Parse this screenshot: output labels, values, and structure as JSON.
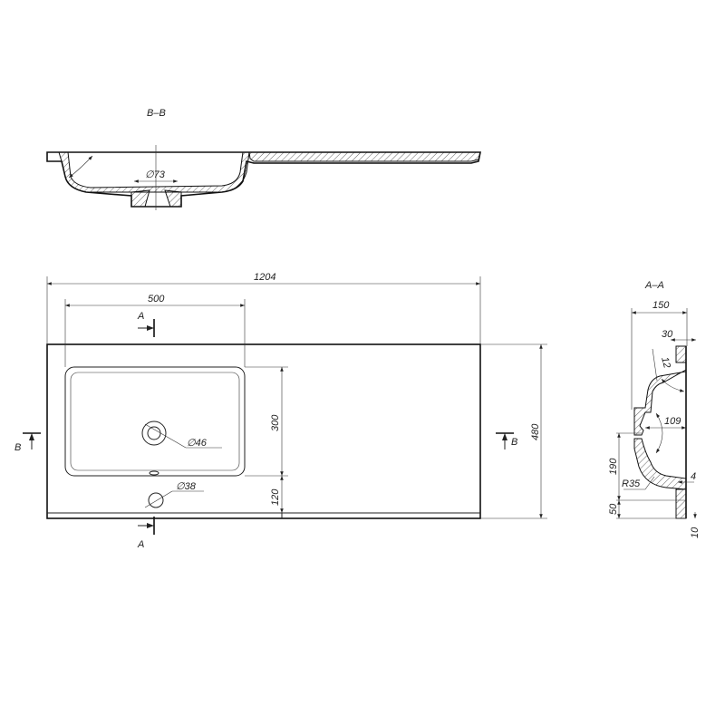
{
  "section_bb": {
    "title": "B–B",
    "drain_diameter": "73",
    "diameter_symbol": "∅"
  },
  "plan": {
    "overall_width": "1204",
    "bowl_width": "500",
    "overall_depth": "480",
    "bowl_depth": "300",
    "front_offset": "120",
    "drain_diameter": "46",
    "tap_hole_diameter": "38",
    "section_a_label_top": "A",
    "section_a_label_bottom": "A",
    "section_b_label_left": "B",
    "section_b_label_right": "B",
    "diameter_symbol": "∅"
  },
  "section_aa": {
    "title": "A–A",
    "depth": "150",
    "rim": "30",
    "wall_angle": "12",
    "bowl_angle": "109",
    "height": "190",
    "radius": "R35",
    "thickness": "4",
    "front_height": "50",
    "edge": "10"
  }
}
